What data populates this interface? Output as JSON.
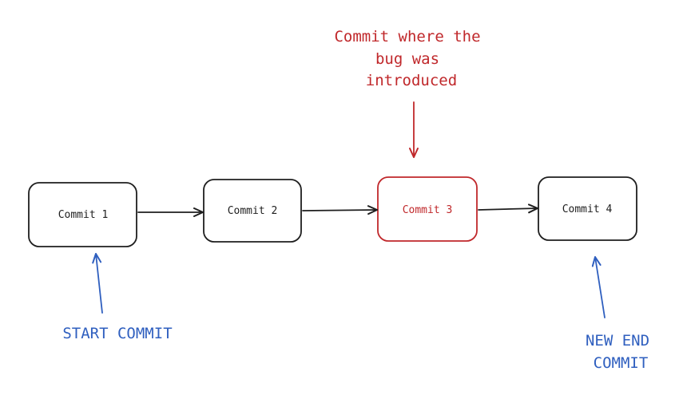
{
  "colors": {
    "ink": "#1e1e1e",
    "highlight": "#c0282b",
    "annotation": "#2f5fbf",
    "background": "#ffffff"
  },
  "commits": [
    {
      "label": "Commit 1",
      "highlighted": false
    },
    {
      "label": "Commit 2",
      "highlighted": false
    },
    {
      "label": "Commit 3",
      "highlighted": true
    },
    {
      "label": "Commit 4",
      "highlighted": false
    }
  ],
  "edges": [
    {
      "from": "Commit 1",
      "to": "Commit 2"
    },
    {
      "from": "Commit 2",
      "to": "Commit 3"
    },
    {
      "from": "Commit 3",
      "to": "Commit 4"
    }
  ],
  "annotations": {
    "bug": {
      "lines": [
        "Commit where the",
        "bug was",
        "introduced"
      ],
      "points_to": "Commit 3"
    },
    "start": {
      "lines": [
        "START COMMIT"
      ],
      "points_to": "Commit 1"
    },
    "end": {
      "lines": [
        "NEW END",
        "COMMIT"
      ],
      "points_to": "Commit 4"
    }
  }
}
